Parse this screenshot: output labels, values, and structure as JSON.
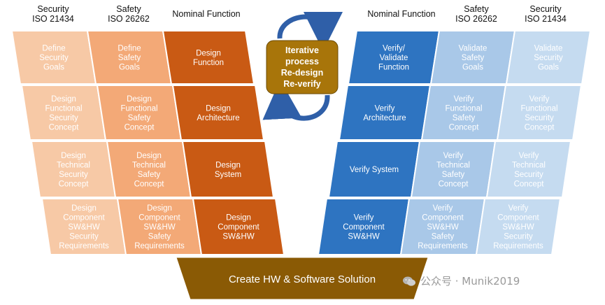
{
  "headers": {
    "left_security": [
      "Security",
      "ISO 21434"
    ],
    "left_safety": [
      "Safety",
      "ISO 26262"
    ],
    "left_nominal": "Nominal Function",
    "right_nominal": "Nominal Function",
    "right_safety": [
      "Safety",
      "ISO 26262"
    ],
    "right_security": [
      "Security",
      "ISO 21434"
    ]
  },
  "left_rows": [
    {
      "security": [
        "Define",
        "Security",
        "Goals"
      ],
      "safety": [
        "Define",
        "Safety",
        "Goals"
      ],
      "nominal": [
        "Design",
        "Function"
      ]
    },
    {
      "security": [
        "Design",
        "Functional",
        "Security",
        "Concept"
      ],
      "safety": [
        "Design",
        "Functional",
        "Safety",
        "Concept"
      ],
      "nominal": [
        "Design",
        "Architecture"
      ]
    },
    {
      "security": [
        "Design",
        "Technical",
        "Security",
        "Concept"
      ],
      "safety": [
        "Design",
        "Technical",
        "Safety",
        "Concept"
      ],
      "nominal": [
        "Design",
        "System"
      ]
    },
    {
      "security": [
        "Design",
        "Component",
        "SW&HW",
        "Security",
        "Requirements"
      ],
      "safety": [
        "Design",
        "Component",
        "SW&HW",
        "Safety",
        "Requirements"
      ],
      "nominal": [
        "Design",
        "Component",
        "SW&HW"
      ]
    }
  ],
  "right_rows": [
    {
      "nominal": [
        "Verify/",
        "Validate",
        "Function"
      ],
      "safety": [
        "Validate",
        "Safety",
        "Goals"
      ],
      "security": [
        "Validate",
        "Security",
        "Goals"
      ]
    },
    {
      "nominal": [
        "Verify",
        "Architecture"
      ],
      "safety": [
        "Verify",
        "Functional",
        "Safety",
        "Concept"
      ],
      "security": [
        "Verify",
        "Functional",
        "Security",
        "Concept"
      ]
    },
    {
      "nominal": [
        "Verify System"
      ],
      "safety": [
        "Verify",
        "Technical",
        "Safety",
        "Concept"
      ],
      "security": [
        "Verify",
        "Technical",
        "Security",
        "Concept"
      ]
    },
    {
      "nominal": [
        "Verify",
        "Component",
        "SW&HW"
      ],
      "safety": [
        "Verify",
        "Component",
        "SW&HW",
        "Safety",
        "Requirements"
      ],
      "security": [
        "Verify",
        "Component",
        "SW&HW",
        "Security",
        "Requirements"
      ]
    }
  ],
  "iterative": [
    "Iterative",
    "process",
    "Re-design",
    "Re-verify"
  ],
  "base": "Create HW & Software Solution",
  "watermark": "公众号 · Munik2019",
  "colors": {
    "left_security": "#f7c9a6",
    "left_safety": "#f3a977",
    "left_nominal": "#c95a14",
    "right_nominal": "#2e74c1",
    "right_safety": "#a9c8e8",
    "right_security": "#c5dbf0",
    "iterative_fill": "#a8750a",
    "base_fill": "#8a5a05",
    "arrow_blue": "#2f5fa8"
  }
}
